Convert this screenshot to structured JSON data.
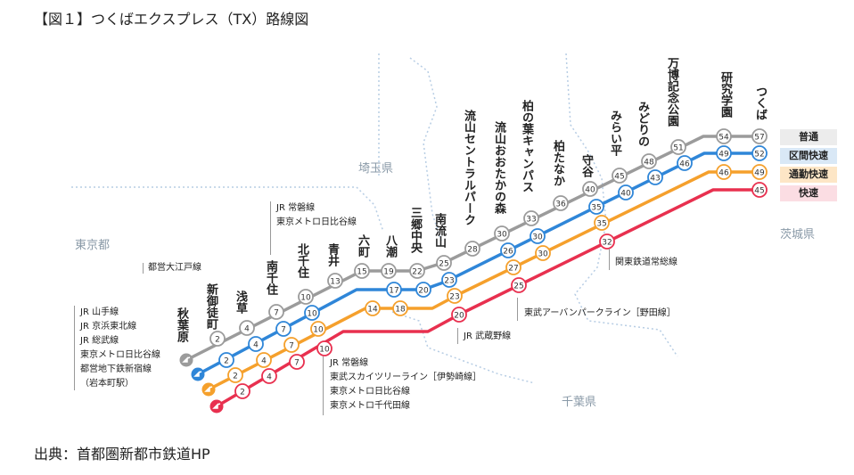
{
  "title": "【図１】つくばエクスプレス（TX）路線図",
  "source": "出典：首都圏新都市鉄道HP",
  "colors": {
    "normal": "#9b9b9b",
    "semi_rapid": "#2f86d8",
    "commuter_rapid": "#f5a02c",
    "rapid": "#e8304f"
  },
  "legend": [
    {
      "label": "普通",
      "bg": "#ececec"
    },
    {
      "label": "区間快速",
      "bg": "#d9e8f6"
    },
    {
      "label": "通勤快速",
      "bg": "#fde6c6"
    },
    {
      "label": "快速",
      "bg": "#fbdde3"
    }
  ],
  "regions": {
    "saitama": "埼玉県",
    "tokyo": "東京都",
    "ibaraki": "茨城県",
    "chiba": "千葉県"
  },
  "stations": [
    "秋葉原",
    "新御徒町",
    "浅草",
    "南千住",
    "北千住",
    "青井",
    "六町",
    "八潮",
    "三郷中央",
    "南流山",
    "流山セントラルパーク",
    "流山おおたかの森",
    "柏の葉キャンパス",
    "柏たなか",
    "守谷",
    "みらい平",
    "みどりの",
    "万博記念公園",
    "研究学園",
    "つくば"
  ],
  "lines": {
    "normal": [
      "2",
      "4",
      "7",
      "10",
      "13",
      "15",
      "19",
      "22",
      "25",
      "28",
      "30",
      "33",
      "36",
      "40",
      "45",
      "48",
      "51",
      "54",
      "57"
    ],
    "semi_rapid": [
      "2",
      "4",
      "7",
      "10",
      "17",
      "20",
      "23",
      "26",
      "30",
      "35",
      "40",
      "43",
      "46",
      "49",
      "52"
    ],
    "commuter_rapid": [
      "2",
      "4",
      "7",
      "10",
      "14",
      "18",
      "23",
      "27",
      "30",
      "35",
      "46",
      "49"
    ],
    "rapid": [
      "2",
      "4",
      "7",
      "10",
      "20",
      "25",
      "32",
      "45"
    ]
  },
  "connections": {
    "akihabara": [
      "JR 山手線",
      "JR 京浜東北線",
      "JR 総武線",
      "東京メトロ日比谷線",
      "都営地下鉄新宿線",
      "（岩本町駅）"
    ],
    "shin_okachimachi": [
      "都営大江戸線"
    ],
    "minami_senju": [
      "JR 常磐線",
      "東京メトロ日比谷線"
    ],
    "kita_senju": [
      "JR 常磐線",
      "東武スカイツリーライン［伊勢崎線］",
      "東京メトロ日比谷線",
      "東京メトロ千代田線"
    ],
    "minami_nagareyama": [
      "JR 武蔵野線"
    ],
    "nagareyama_otakanomori": [
      "東武アーバンパークライン［野田線］"
    ],
    "moriya": [
      "関東鉄道常総線"
    ]
  }
}
